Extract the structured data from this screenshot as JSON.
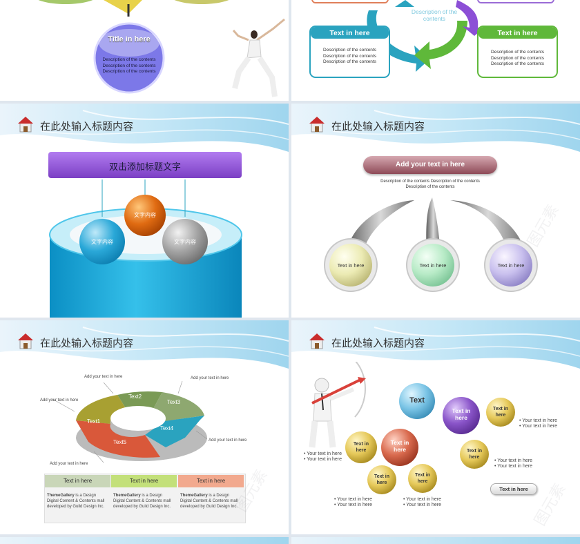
{
  "slide1": {
    "circle_title": "Title in here",
    "circle_desc": [
      "Description of the contents",
      "Description of the contents",
      "Description of the contents"
    ]
  },
  "slide2": {
    "cycle_center": "Description of the contents",
    "box_left": {
      "title": "Text in here",
      "lines": [
        "Description of the contents",
        "Description of the contents",
        "Description of the contents"
      ]
    },
    "box_right": {
      "title": "Text in here",
      "lines": [
        "Description of the contents",
        "Description of the contents",
        "Description of the contents"
      ]
    }
  },
  "header_title": "在此处输入标题内容",
  "slide3": {
    "banner": "双击添加标题文字",
    "ball_orange": "文字内容",
    "ball_blue": "文字内容",
    "ball_gray": "文字内容"
  },
  "slide4": {
    "pill": "Add your text in here",
    "desc_line1": "Description of the contents Description of the contents",
    "desc_line2": "Description of the contents",
    "orb_left": "Text in here",
    "orb_mid": "Text in here",
    "orb_right": "Text in here"
  },
  "slide5": {
    "segments": [
      "Text1",
      "Text2",
      "Text3",
      "Text4",
      "Text5"
    ],
    "callouts": {
      "top_left": "Add your text in here",
      "top_right": "Add your text in here",
      "left": "Add your text in here",
      "right": "Add your text in here",
      "bottom": "Add your text in here"
    },
    "table_headers": [
      "Text in here",
      "Text in here",
      "Text in here"
    ],
    "table_body_bold": "ThemeGallery",
    "table_body_rest": " is a Design Digital Content & Contents mall developed  by Guild Design Inc.",
    "colors": {
      "header1": "#c9d6b8",
      "header2": "#c3e07a",
      "header3": "#f2a98e"
    }
  },
  "slide6": {
    "ball_main": "Text",
    "ball_purple": "Text in here",
    "ball_yellow_small": "Text in here",
    "ball_red": "Text in here",
    "ball_left": "Text in here",
    "ball_right_mid": "Text in here",
    "ball_bottom_left": "Text in here",
    "ball_bottom_mid": "Text in here",
    "bullets_top_right": [
      "Your text in here",
      "Your text in here"
    ],
    "bullets_left": [
      "Your text in here",
      "Your text in here"
    ],
    "bullets_mid_right": [
      "Your text in here",
      "Your text in here"
    ],
    "bullets_bottom_left": [
      "Your text in here",
      "Your text in here"
    ],
    "bullets_bottom_mid": [
      "Your text in here",
      "Your text in here"
    ],
    "button": "Text in here"
  },
  "watermark": "图元素"
}
